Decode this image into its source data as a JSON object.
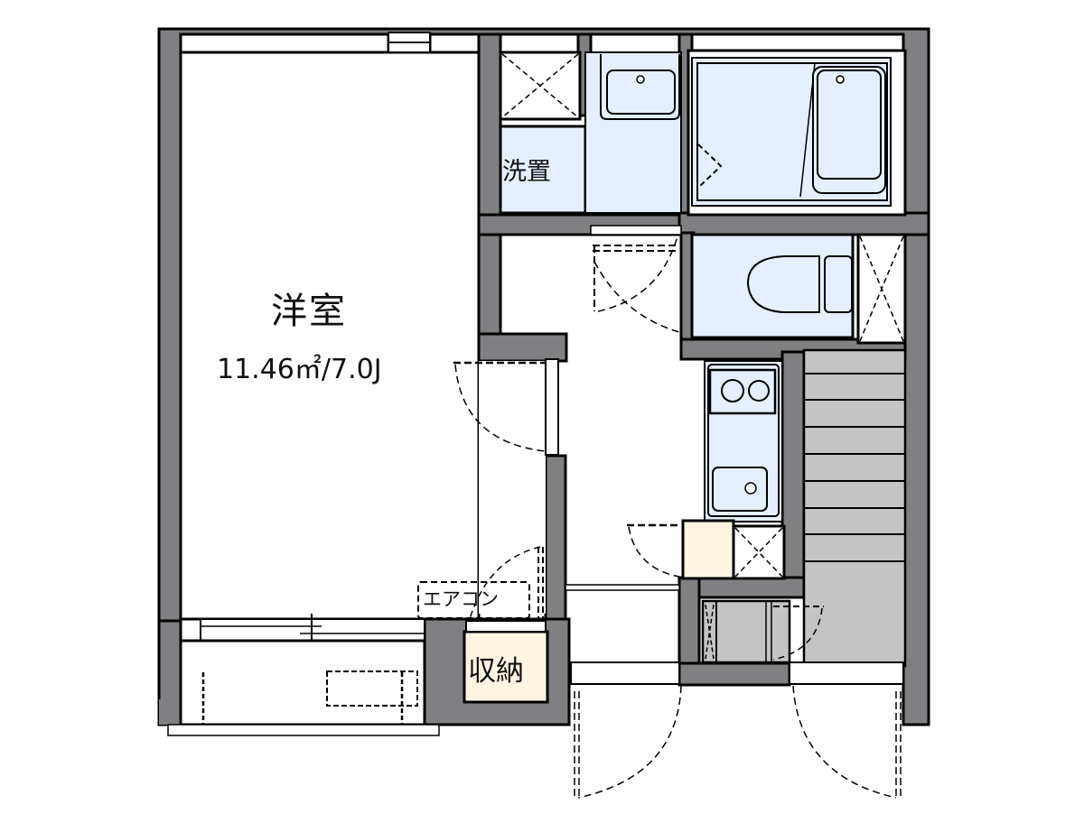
{
  "floorplan": {
    "rooms": [
      {
        "id": "western-room",
        "label": "洋室",
        "area": "11.46㎡/7.0J"
      },
      {
        "id": "washroom",
        "label": "洗置"
      },
      {
        "id": "storage",
        "label": "収納"
      },
      {
        "id": "air-conditioner",
        "label": "エアコン"
      },
      {
        "id": "bathroom",
        "label": ""
      },
      {
        "id": "toilet",
        "label": ""
      },
      {
        "id": "kitchen",
        "label": ""
      },
      {
        "id": "stairs",
        "label": ""
      },
      {
        "id": "balcony",
        "label": ""
      },
      {
        "id": "entrance",
        "label": ""
      }
    ],
    "colors": {
      "wall": "#808083",
      "wet_area": "#e6efff",
      "storage_fill": "#fdf4e2",
      "stairs_fill": "#c4c4c4",
      "line": "#000000"
    }
  }
}
